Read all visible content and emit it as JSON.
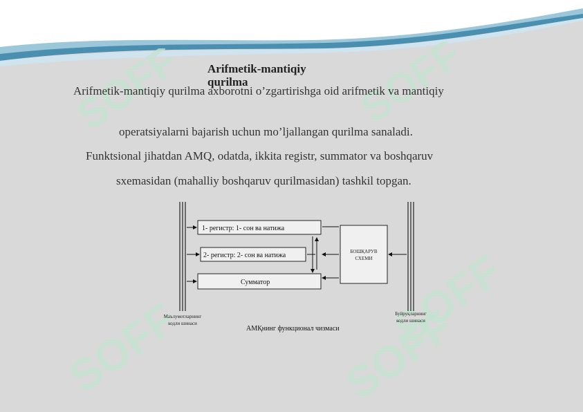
{
  "title": "Arifmetik-mantiqiy qurilma",
  "paragraph_start": "Arifmetik-mantiqiy qurilma axborotni o’zgartirishga oid arifmetik va mantiqiy",
  "line2": "operatsiyalarni bajarish uchun mo’ljallangan qurilma sanaladi.",
  "line3": "Funktsional jihatdan AMQ, odatda, ikkita registr, summator va boshqaruv",
  "line4": "sxemasidan (mahalliy boshqaruv qurilmasidan) tashkil topgan.",
  "diagram": {
    "register1": "1- регистр: 1- сон ва натижа",
    "register2": "2- регистр: 2- сон ва натижа",
    "summator": "Сумматор",
    "control": [
      "БОШҚАРУВ",
      "СХЕМИ"
    ],
    "left_bus": [
      "Маълумотларнинг",
      "кодли шинаси"
    ],
    "right_bus": [
      "Буйруқларнинг",
      "кодли шинаси"
    ],
    "caption": "АМҚнинг функционал чизмаси"
  },
  "watermark": "SOFF",
  "colors": {
    "background": "#d9d9da",
    "banner_blue": "#4a8fb0",
    "watermark_green": "#b7dcc8"
  }
}
